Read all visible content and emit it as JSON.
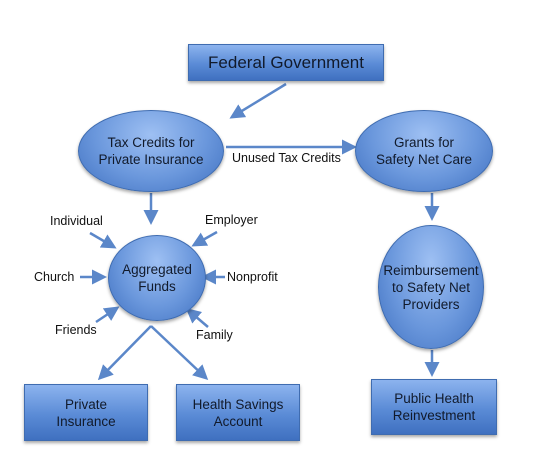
{
  "nodes": {
    "federal_government": "Federal Government",
    "tax_credits": "Tax Credits for\nPrivate Insurance",
    "grants": "Grants for\nSafety Net Care",
    "aggregated_funds": "Aggregated\nFunds",
    "reimbursement": "Reimbursement\nto Safety Net\nProviders",
    "private_insurance": "Private\nInsurance",
    "health_savings_account": "Health Savings\nAccount",
    "public_health_reinvestment": "Public Health\nReinvestment"
  },
  "edge_labels": {
    "unused_tax_credits": "Unused Tax Credits"
  },
  "contributors": {
    "individual": "Individual",
    "employer": "Employer",
    "church": "Church",
    "nonprofit": "Nonprofit",
    "friends": "Friends",
    "family": "Family"
  },
  "colors": {
    "node_fill_light": "#8cb3ee",
    "node_fill_dark": "#3f70c0",
    "arrow": "#5b87c9"
  }
}
